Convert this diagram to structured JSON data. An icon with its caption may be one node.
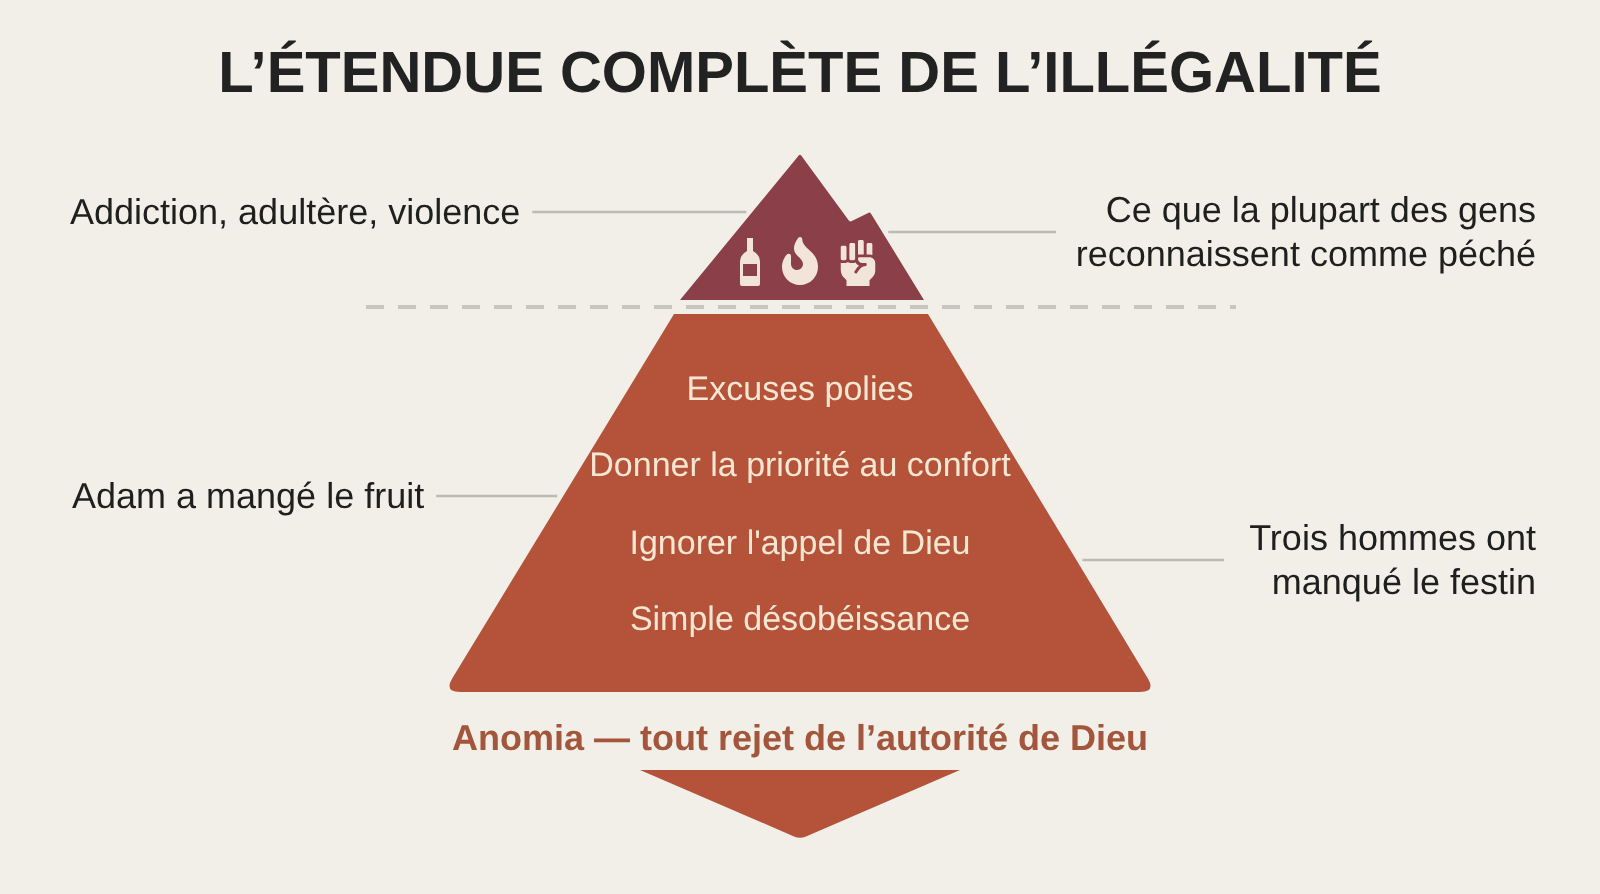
{
  "diagram": {
    "title": "L’ÉTENDUE COMPLÈTE DE L’ILLÉGALITÉ",
    "nodes": [
      {
        "text": [
          "Addiction, adultère, violence"
        ]
      },
      {
        "text": [],
        "shape": "triangle"
      },
      {
        "text": [
          "Ce que la plupart des gens reconnaissent comme péché"
        ]
      },
      {
        "text": [
          "Excuses polies",
          "Donner la priorité au confort",
          "Ignorer l'appel de Dieu",
          "Simple désobéissance"
        ]
      },
      {
        "text": [
          "Adam a mangé le fruit"
        ]
      },
      {
        "text": [
          "Trois hommes ont manqué le festin"
        ]
      }
    ],
    "edges": [
      {
        "from": 0,
        "to": 1,
        "arrow": "none"
      },
      {
        "from": 2,
        "to": 1,
        "arrow": "none"
      },
      {
        "from": 4,
        "to": 3,
        "arrow": "none"
      },
      {
        "from": 5,
        "to": 3,
        "arrow": "none"
      }
    ],
    "labels": [
      "Anomia — tout rejet de l’autorité de Dieu"
    ]
  }
}
